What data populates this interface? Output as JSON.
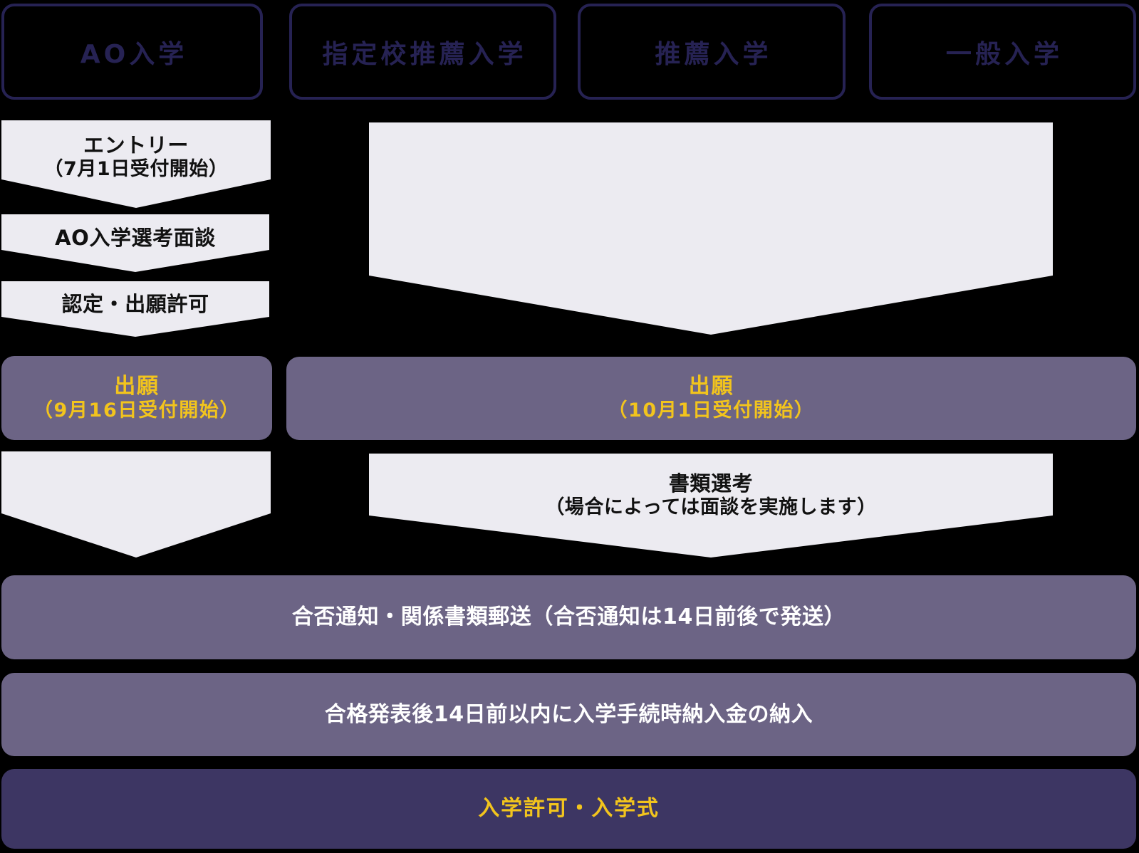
{
  "diagram_title": "admission-flow",
  "header": {
    "tabs": [
      {
        "label": "AO入学"
      },
      {
        "label": "指定校推薦入学"
      },
      {
        "label": "推薦入学"
      },
      {
        "label": "一般入学"
      }
    ]
  },
  "ao_flow": {
    "entry": {
      "line1": "エントリー",
      "line2": "（7月1日受付開始）"
    },
    "interview": {
      "label": "AO入学選考面談"
    },
    "approval": {
      "label": "認定・出願許可"
    },
    "application": {
      "line1": "出願",
      "line2": "（9月16日受付開始）"
    }
  },
  "general_flow": {
    "application": {
      "line1": "出願",
      "line2": "（10月1日受付開始）"
    },
    "screening": {
      "line1": "書類選考",
      "line2": "（場合によっては面談を実施します）"
    }
  },
  "common_flow": {
    "notice": {
      "label": "合否通知・関係書類郵送（合否通知は14日前後で発送）"
    },
    "payment": {
      "label": "合格発表後14日前以内に入学手続時納入金の納入"
    },
    "admission": {
      "label": "入学許可・入学式"
    }
  },
  "colors": {
    "background": "#000000",
    "outline_navy": "#262253",
    "arrow_gray": "#ECEBF1",
    "box_purple": "#6C6485",
    "box_dark_purple": "#3D3663",
    "accent_yellow": "#F2C41D",
    "text_white": "#FFFFFF",
    "text_black": "#111111"
  }
}
